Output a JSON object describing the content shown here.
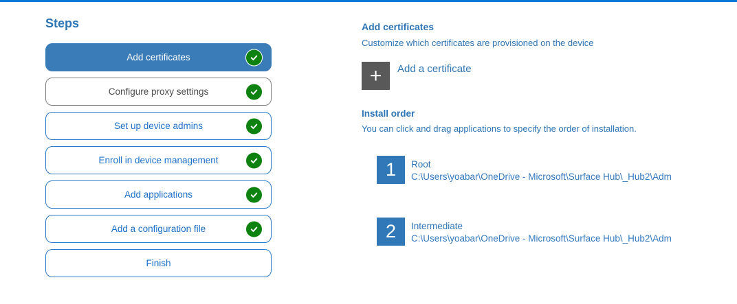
{
  "colors": {
    "accent_bar": "#0078D7",
    "active_step_bg": "#3A7CB8",
    "step_blue": "#1B6FC9",
    "completed_green": "#0E8210",
    "add_button_gray": "#595959",
    "number_badge_blue": "#3178B9",
    "text_blue": "#2E75B6"
  },
  "sidebar": {
    "title": "Steps",
    "steps": [
      {
        "label": "Add certificates",
        "completed": true,
        "state": "active"
      },
      {
        "label": "Configure proxy settings",
        "completed": true,
        "state": "visited"
      },
      {
        "label": "Set up device admins",
        "completed": true,
        "state": "normal"
      },
      {
        "label": "Enroll in device management",
        "completed": true,
        "state": "normal"
      },
      {
        "label": "Add applications",
        "completed": true,
        "state": "normal"
      },
      {
        "label": "Add a configuration file",
        "completed": true,
        "state": "normal"
      },
      {
        "label": "Finish",
        "completed": false,
        "state": "normal"
      }
    ]
  },
  "main": {
    "title": "Add certificates",
    "subtitle": "Customize which certificates are provisioned on the device",
    "add_button": {
      "icon": "plus-icon",
      "glyph": "+",
      "label": "Add a certificate"
    },
    "install_order": {
      "title": "Install order",
      "description": "You can click and drag applications to specify the order of installation.",
      "items": [
        {
          "number": "1",
          "name": "Root",
          "path": "C:\\Users\\yoabar\\OneDrive - Microsoft\\Surface Hub\\_Hub2\\Adm"
        },
        {
          "number": "2",
          "name": "Intermediate",
          "path": "C:\\Users\\yoabar\\OneDrive - Microsoft\\Surface Hub\\_Hub2\\Adm"
        }
      ]
    }
  }
}
